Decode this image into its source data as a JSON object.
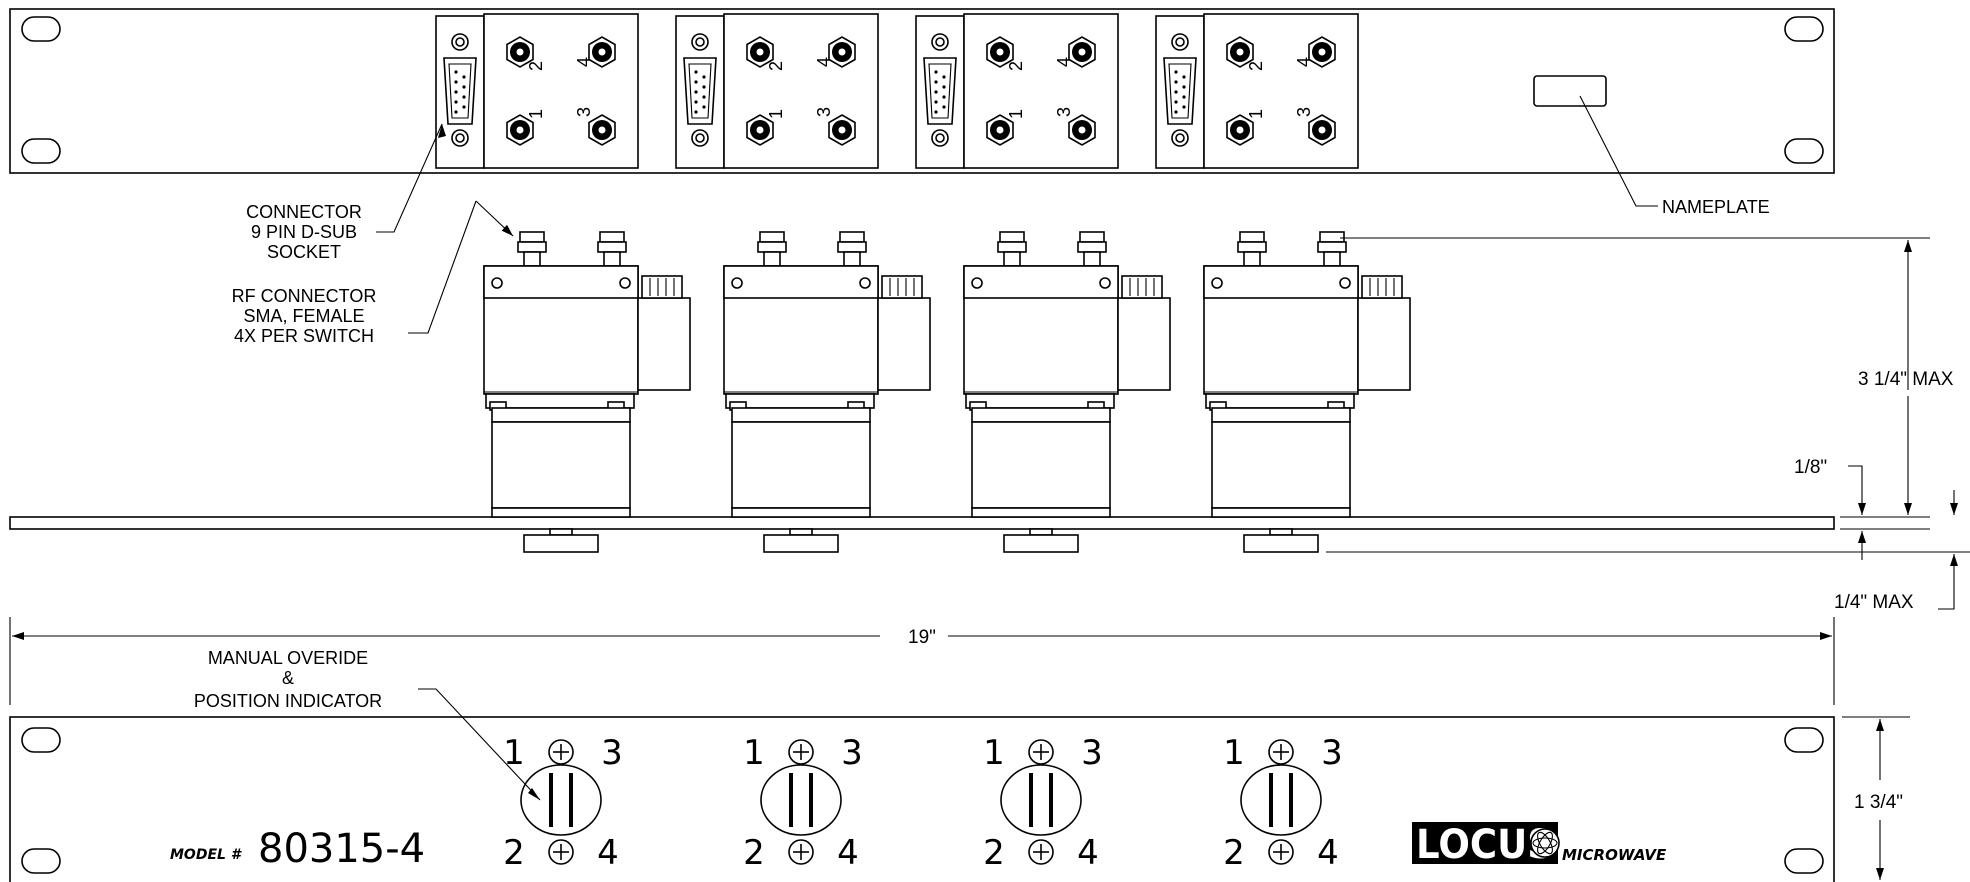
{
  "top_view": {
    "connector_label": [
      "CONNECTOR",
      "9 PIN D-SUB",
      "SOCKET"
    ],
    "rf_connector_label": [
      "RF CONNECTOR",
      "SMA, FEMALE",
      "4X PER SWITCH"
    ],
    "nameplate_label": "NAMEPLATE",
    "port_numbers": [
      "1",
      "2",
      "3",
      "4"
    ],
    "switch_count": 4
  },
  "dimensions": {
    "height_max": "3 1/4\" MAX",
    "plate_thickness": "1/8\"",
    "knob_max": "1/4\" MAX",
    "rack_width": "19\"",
    "panel_height": "1 3/4\""
  },
  "front_panel": {
    "manual_override_label": [
      "MANUAL OVERIDE",
      "&",
      "POSITION INDICATOR"
    ],
    "positions": [
      "1",
      "3",
      "2",
      "4"
    ],
    "model_prefix": "MODEL #",
    "model_number": "80315-4",
    "brand_logo": "LOCUS",
    "brand_name": "MICROWAVE"
  }
}
